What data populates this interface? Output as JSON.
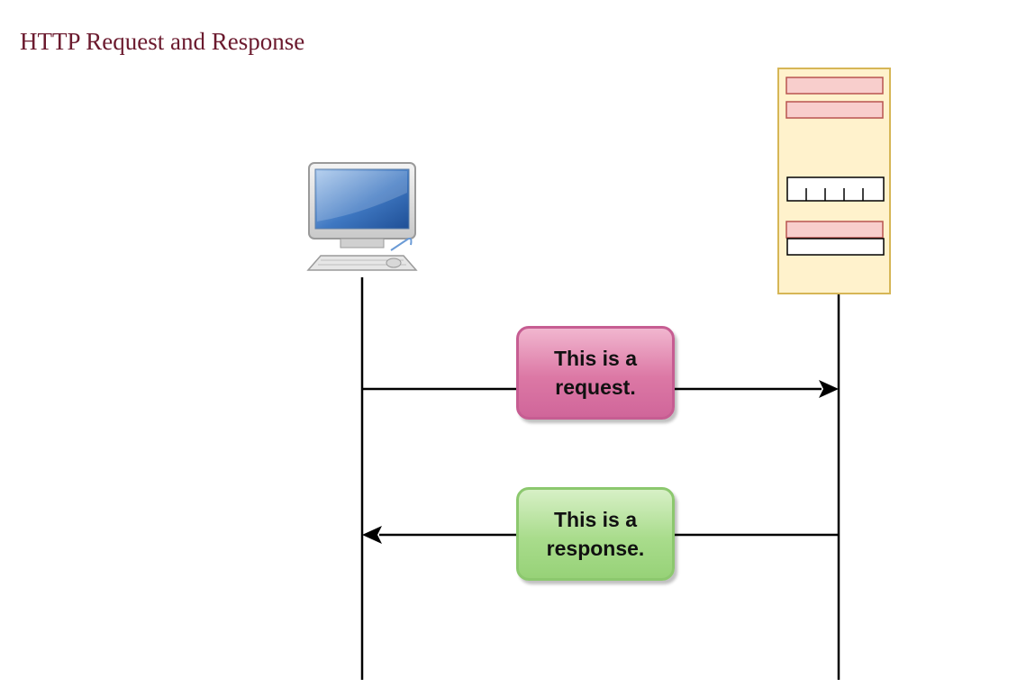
{
  "page": {
    "title": "HTTP Request and Response"
  },
  "diagram": {
    "client": {
      "icon": "desktop-computer-icon"
    },
    "server": {
      "icon": "server-rack-icon",
      "colors": {
        "fill": "#fff2cc",
        "border": "#d6b656",
        "slot_fill": "#f8cecc",
        "slot_border": "#b85450"
      }
    },
    "messages": {
      "request": {
        "line1": "This is a",
        "line2": "request.",
        "color": "#dc78a5"
      },
      "response": {
        "line1": "This is a",
        "line2": "response.",
        "color": "#a9dc8c"
      }
    }
  }
}
